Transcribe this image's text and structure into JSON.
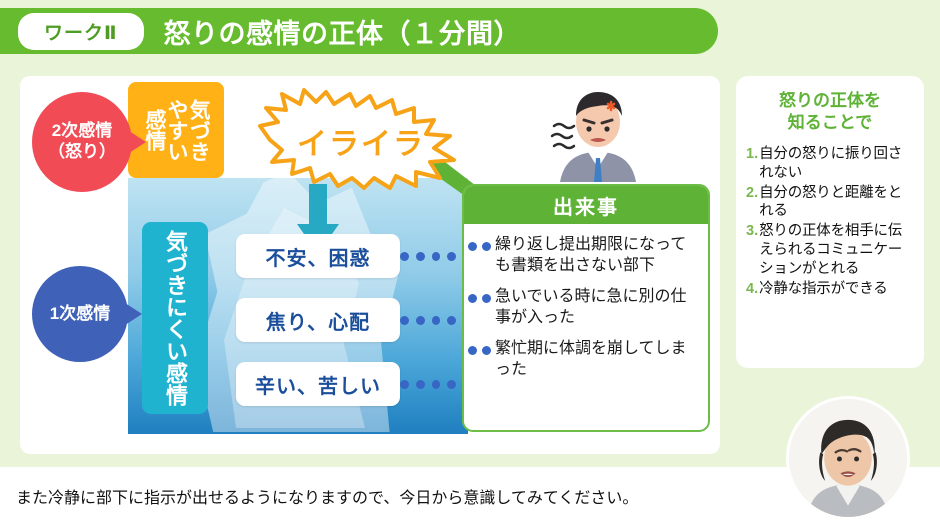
{
  "header": {
    "badge": "ワークⅡ",
    "title": "怒りの感情の正体（１分間）",
    "bar_color": "#66bb2e"
  },
  "diagram": {
    "secondary_bubble": {
      "line1": "2次感情",
      "line2": "（怒り）",
      "color": "#f14c56"
    },
    "primary_bubble": {
      "line1": "1次感情",
      "color": "#3f62b8"
    },
    "orange_box": {
      "col1": "気づき",
      "col2": "やすい",
      "col3": "感情",
      "color": "#ffb115"
    },
    "teal_box": {
      "text": "気づきにくい感情",
      "color": "#1fb3d0"
    },
    "burst": {
      "label": "イライラ",
      "fill": "#ffffff",
      "stroke": "#f7a317",
      "text_color": "#f7a317"
    },
    "down_arrow": {
      "name": "down-arrow",
      "color": "#27a9c4"
    },
    "up_arrow": {
      "name": "up-arrow",
      "color": "#5eb236"
    },
    "emotions": [
      {
        "label": "不安、困惑"
      },
      {
        "label": "焦り、心配"
      },
      {
        "label": "辛い、苦しい"
      }
    ],
    "dot_color": "#3866c4"
  },
  "event_card": {
    "title": "出来事",
    "header_color": "#5eb236",
    "items": [
      "繰り返し提出期限になっても書類を出さない部下",
      "急いでいる時に急に別の仕事が入った",
      "繁忙期に体調を崩してしまった"
    ]
  },
  "sidebar": {
    "title": "怒りの正体を\n知ることで",
    "title_line1": "怒りの正体を",
    "title_line2": "知ることで",
    "title_color": "#5eb236",
    "items": [
      {
        "num": "1.",
        "text": "自分の怒りに振り回されない"
      },
      {
        "num": "2.",
        "text": "自分の怒りと距離をとれる"
      },
      {
        "num": "3.",
        "text": "怒りの正体を相手に伝えられるコミュニケーションがとれる"
      },
      {
        "num": "4.",
        "text": "冷静な指示ができる"
      }
    ]
  },
  "caption": {
    "text": "また冷静に部下に指示が出せるようになりますので、今日から意識してみてください。"
  },
  "illustrations": {
    "angry_man": "angry-businessman-illustration",
    "presenter": "presenter-portrait-photo"
  }
}
